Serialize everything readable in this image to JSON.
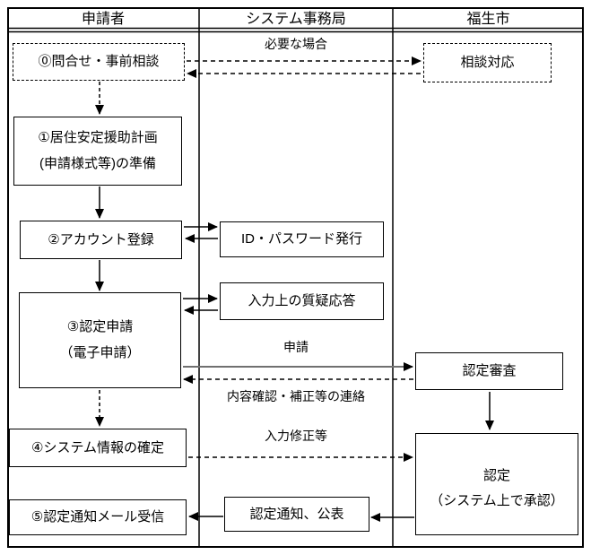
{
  "header": {
    "applicant": "申請者",
    "system_office": "システム事務局",
    "fussa_city": "福生市"
  },
  "boxes": {
    "inquiry": {
      "label": "⓪問合せ・事前相談"
    },
    "consult": {
      "label": "相談対応"
    },
    "plan": {
      "line1": "①居住安定援助計画",
      "line2": "(申請様式等)の準備"
    },
    "account": {
      "label": "②アカウント登録"
    },
    "id_issue": {
      "label": "ID・パスワード発行"
    },
    "apply": {
      "line1": "③認定申請",
      "line2": "（電子申請）"
    },
    "qa": {
      "label": "入力上の質疑応答"
    },
    "review": {
      "label": "認定審査"
    },
    "confirm": {
      "label": "④システム情報の確定"
    },
    "approve": {
      "line1": "認定",
      "line2": "（システム上で承認）"
    },
    "mail": {
      "label": "⑤認定通知メール受信"
    },
    "notice": {
      "label": "認定通知、公表"
    }
  },
  "labels": {
    "if_needed": "必要な場合",
    "application": "申請",
    "content_check": "内容確認・補正等の連絡",
    "input_fix": "入力修正等"
  },
  "colors": {
    "line": "#000000",
    "gray_arrow": "#707070",
    "background": "#ffffff"
  }
}
